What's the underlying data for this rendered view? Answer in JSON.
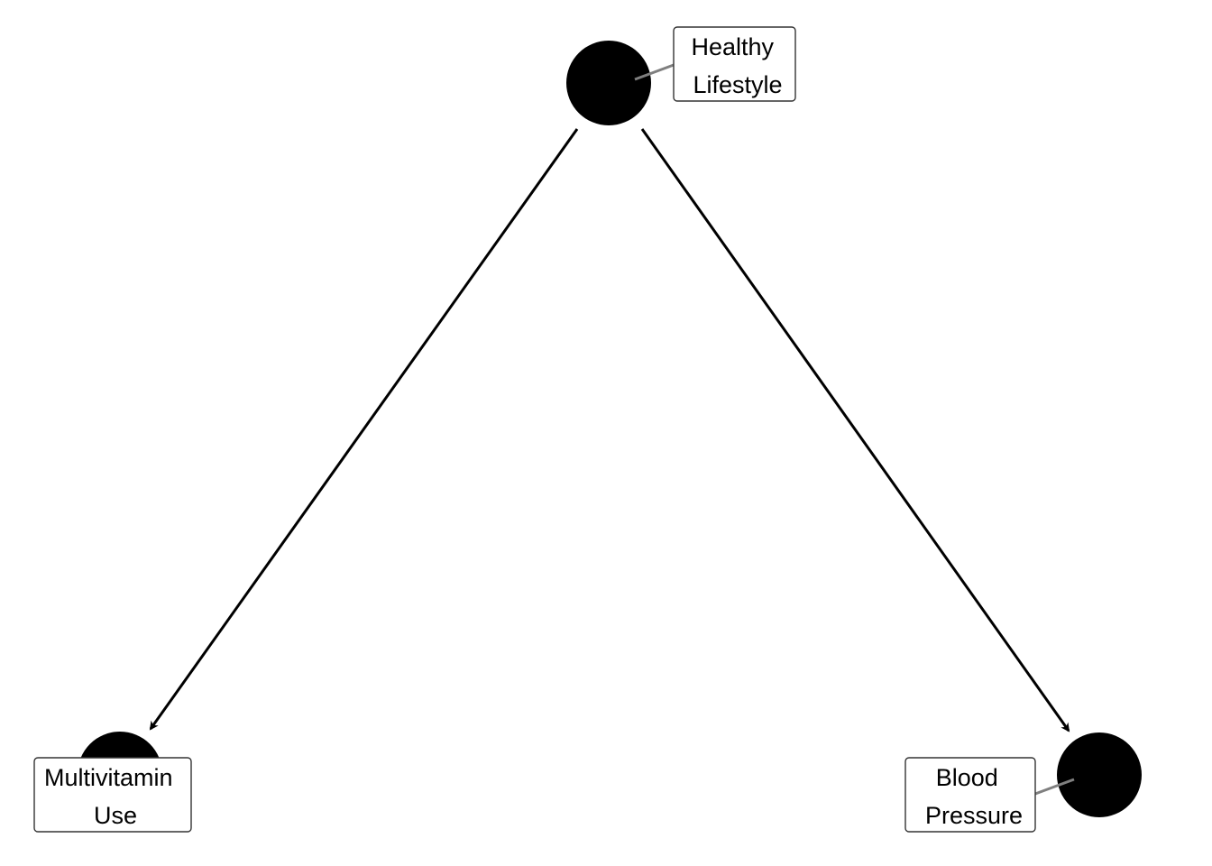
{
  "diagram": {
    "type": "directed-acyclic-graph",
    "nodes": [
      {
        "id": "healthy_lifestyle",
        "label_lines": [
          "Healthy",
          "Lifestyle"
        ]
      },
      {
        "id": "multivitamin_use",
        "label_lines": [
          "Multivitamin",
          "Use"
        ]
      },
      {
        "id": "blood_pressure",
        "label_lines": [
          "Blood",
          "Pressure"
        ]
      }
    ],
    "edges": [
      {
        "from": "healthy_lifestyle",
        "to": "multivitamin_use"
      },
      {
        "from": "healthy_lifestyle",
        "to": "blood_pressure"
      }
    ],
    "colors": {
      "node": "#000000",
      "edge": "#000000",
      "leader": "#7f7f7f",
      "label_border": "#333333",
      "background": "#ffffff"
    }
  }
}
